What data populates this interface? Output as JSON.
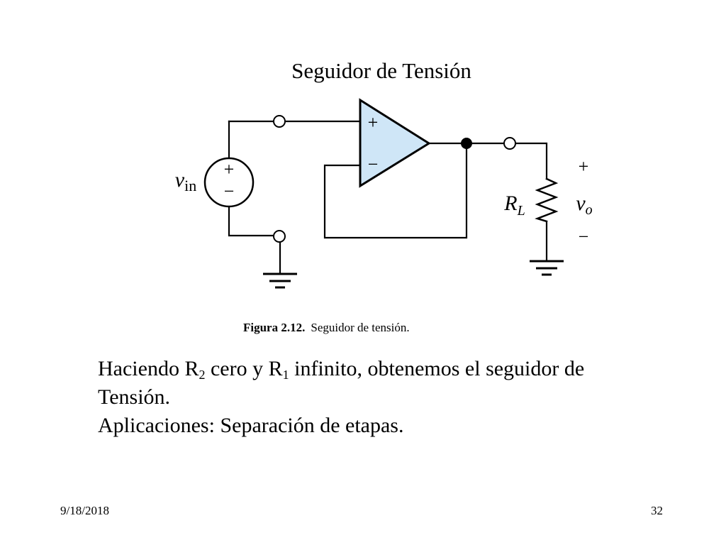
{
  "slide": {
    "title": "Seguidor de Tensión",
    "caption": {
      "label": "Figura 2.12.",
      "text": "Seguidor de tensión."
    },
    "body": {
      "line1": {
        "a": "Haciendo R",
        "b": "2",
        "c": " cero y R",
        "d": "1",
        "e": " infinito, obtenemos el seguidor de"
      },
      "line2": "Tensión.",
      "line3": "Aplicaciones: Separación de etapas."
    },
    "footer": {
      "date": "9/18/2018",
      "page": "32"
    }
  },
  "diagram": {
    "source_label": {
      "main": "v",
      "sub": "in"
    },
    "source_plus": "+",
    "source_minus": "−",
    "opamp_plus": "+",
    "opamp_minus": "−",
    "resistor_label": {
      "main": "R",
      "sub": "L"
    },
    "output_label": {
      "main": "v",
      "sub": "o"
    },
    "output_plus": "+",
    "output_minus": "−"
  },
  "colors": {
    "opamp_fill": "#cfe6f7",
    "wire": "#000000",
    "background": "#ffffff"
  }
}
